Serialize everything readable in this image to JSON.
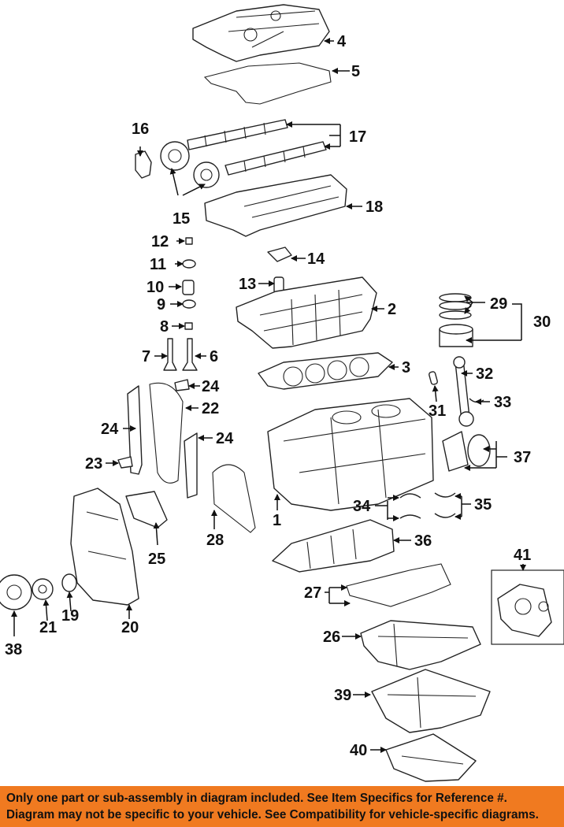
{
  "diagram": {
    "callouts": [
      "1",
      "2",
      "3",
      "4",
      "5",
      "6",
      "7",
      "8",
      "9",
      "10",
      "11",
      "12",
      "13",
      "14",
      "15",
      "16",
      "17",
      "18",
      "19",
      "20",
      "21",
      "22",
      "23",
      "24",
      "25",
      "26",
      "27",
      "28",
      "29",
      "30",
      "31",
      "32",
      "33",
      "34",
      "35",
      "36",
      "37",
      "38",
      "39",
      "40",
      "41"
    ]
  },
  "banner": {
    "line1": "Only one part or sub-assembly in diagram included. See Item Specifics for Reference #.",
    "line2": "Diagram may not be specific to your vehicle. See Compatibility for vehicle-specific diagrams."
  },
  "colors": {
    "banner": "#f07a20",
    "ink": "#111111"
  }
}
